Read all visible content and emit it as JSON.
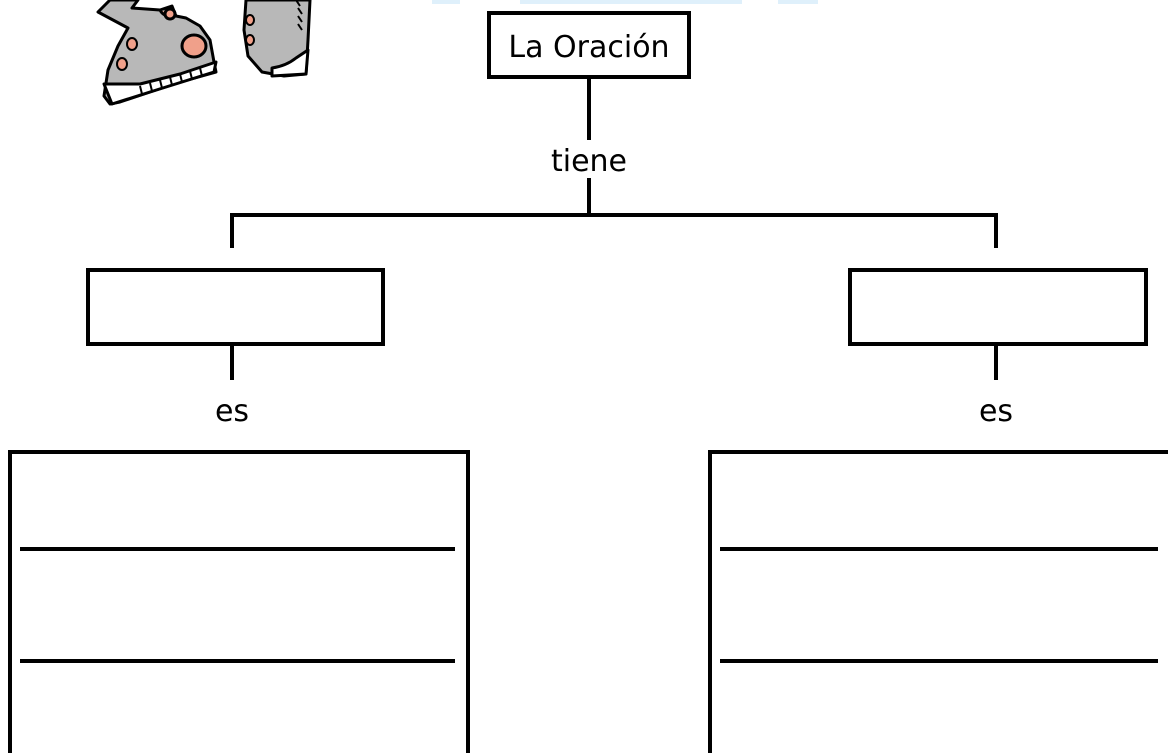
{
  "diagram": {
    "root": {
      "label": "La Oración"
    },
    "connector_root": "tiene",
    "left_branch": {
      "box_text": "",
      "connector": "es",
      "lines_count": 2
    },
    "right_branch": {
      "box_text": "",
      "connector": "es",
      "lines_count": 2
    }
  },
  "colors": {
    "stroke": "#000000",
    "background": "#ffffff",
    "clipart_gray": "#b8b8b8",
    "clipart_pink": "#f0a08a",
    "header_blue": "#dff0fb"
  },
  "icons": [
    "sneakers-clipart-icon"
  ]
}
